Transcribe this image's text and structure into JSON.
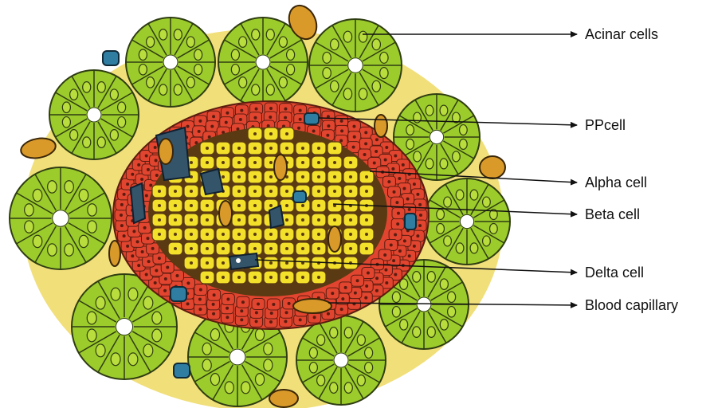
{
  "labels": [
    {
      "id": "acinar",
      "text": "Acinar cells"
    },
    {
      "id": "pp",
      "text": "PPcell"
    },
    {
      "id": "alpha",
      "text": "Alpha cell"
    },
    {
      "id": "beta",
      "text": "Beta cell"
    },
    {
      "id": "delta",
      "text": "Delta cell"
    },
    {
      "id": "capillary",
      "text": "Blood capillary"
    }
  ],
  "colors": {
    "acinar_fill": "#9ccc2c",
    "acinar_cell": "#b9dd3c",
    "acinar_outline": "#2f3d12",
    "connective": "#f1df7a",
    "alpha_red": "#e2452f",
    "beta_yellow": "#f2e02a",
    "delta_blue": "#34546a",
    "pp_blue": "#2f7ea2",
    "capillary": "#d99a2a"
  }
}
